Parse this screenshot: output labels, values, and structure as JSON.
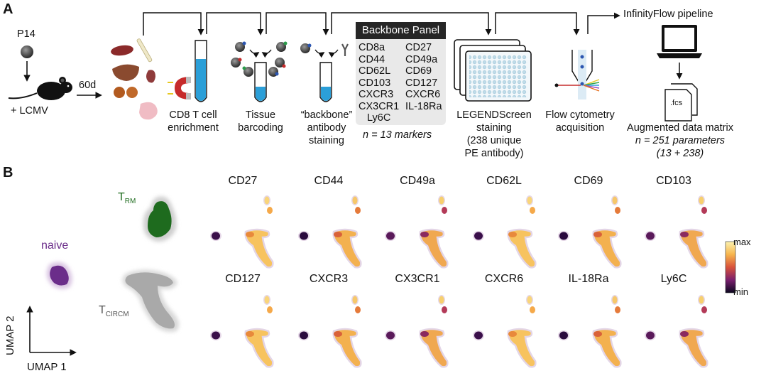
{
  "panel_a": {
    "letter": "A",
    "p14": "P14",
    "lcmv": "+ LCMV",
    "day": "60d",
    "steps": {
      "enrichment": [
        "CD8 T cell",
        "enrichment"
      ],
      "barcoding": [
        "Tissue",
        "barcoding"
      ],
      "backbone_staining": [
        "“backbone”",
        "antibody",
        "staining"
      ],
      "legend_staining": [
        "LEGENDScreen",
        "staining",
        "(238 unique",
        "PE antibody)"
      ],
      "flow": [
        "Flow cytometry",
        "acquisition"
      ]
    },
    "backbone_panel": {
      "title": "Backbone Panel",
      "markers_left": [
        "CD8a",
        "CD44",
        "CD62L",
        "CD103",
        "CXCR3",
        "CX3CR1",
        "Ly6C"
      ],
      "markers_right": [
        "CD27",
        "CD49a",
        "CD69",
        "CD127",
        "CXCR6",
        "IL-18Ra"
      ],
      "count": "n = 13 markers"
    },
    "pipeline": "InfinityFlow pipeline",
    "fcs": ".fcs",
    "matrix": [
      "Augmented data matrix",
      "n = 251 parameters",
      "(13 + 238)"
    ]
  },
  "panel_b": {
    "letter": "B",
    "clusters": {
      "trm_main": "T",
      "trm_sub": "RM",
      "naive": "naive",
      "tcircm_main": "T",
      "tcircm_sub": "CIRCM"
    },
    "axes": {
      "x": "UMAP 1",
      "y": "UMAP 2"
    },
    "markers_row1": [
      "CD27",
      "CD44",
      "CD49a",
      "CD62L",
      "CD69",
      "CD103"
    ],
    "markers_row2": [
      "CD127",
      "CXCR3",
      "CX3CR1",
      "CXCR6",
      "IL-18Ra",
      "Ly6C"
    ],
    "colorbar": {
      "max": "max",
      "min": "min"
    }
  },
  "colors": {
    "trm": "#1e6b1e",
    "naive": "#6b2d8a",
    "tcircm": "#a9a9a9",
    "tube_fill": "#2b9fd8",
    "backbone_head": "#262626",
    "backbone_bg": "#e9e9e9"
  }
}
